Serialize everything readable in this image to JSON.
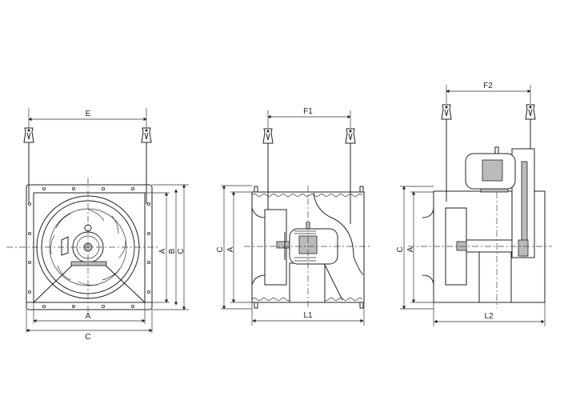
{
  "front_view": {
    "dim_top": "E",
    "dim_right_inner": "A",
    "dim_right_mid": "B",
    "dim_right_outer": "C",
    "dim_bottom_inner": "A",
    "dim_bottom_outer": "C"
  },
  "side_view_direct": {
    "dim_top": "F1",
    "dim_left_outer": "C",
    "dim_left_inner": "A",
    "dim_bottom": "L1"
  },
  "side_view_belt": {
    "dim_top": "F2",
    "dim_left_outer": "C",
    "dim_left_inner": "A",
    "dim_bottom": "L2"
  }
}
